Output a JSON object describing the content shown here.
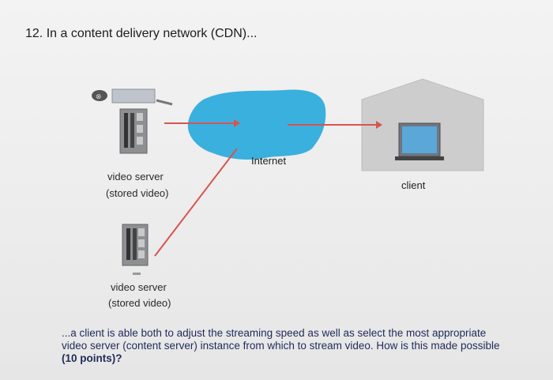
{
  "question": {
    "title": "12.  In a content delivery network (CDN)..."
  },
  "diagram": {
    "internet_label": "Internet",
    "client_label": "client",
    "server1": {
      "line1": "video server",
      "line2": "(stored video)"
    },
    "server2": {
      "line1": "video server",
      "line2": "(stored video)"
    }
  },
  "prompt": {
    "text": "...a client is able both to adjust the streaming speed as well as select the most appropriate video server (content server) instance from which to stream video. How is this made possible ",
    "points": "(10 points)",
    "suffix": "?"
  },
  "colors": {
    "cloud": "#3ab0de",
    "arrow": "#d9534f",
    "house": "#c8c8c8"
  }
}
